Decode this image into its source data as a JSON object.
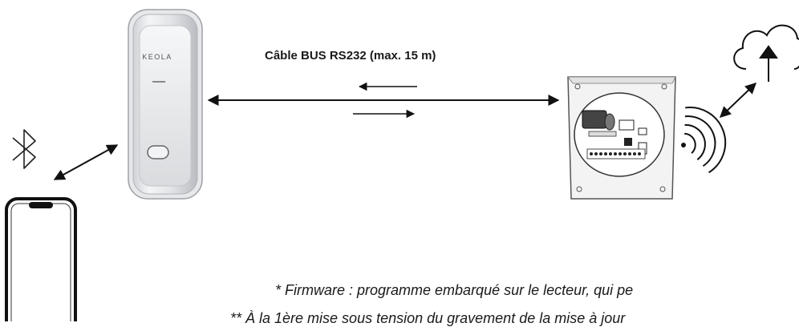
{
  "diagram": {
    "cable_label": "Câble BUS RS232 (max. 15 m)",
    "reader_brand": "KEOLA",
    "footnotes": [
      "* Firmware : programme embarqué sur le lecteur, qui pe",
      "** À la 1ère mise sous tension du gravement de la mise à jour"
    ]
  },
  "icons": {
    "bluetooth": "bluetooth-icon",
    "smartphone": "smartphone-icon",
    "reader": "keola-reader-device",
    "controller": "controller-board",
    "wifi": "wifi-signal-icon",
    "cloud": "cloud-upload-icon"
  }
}
